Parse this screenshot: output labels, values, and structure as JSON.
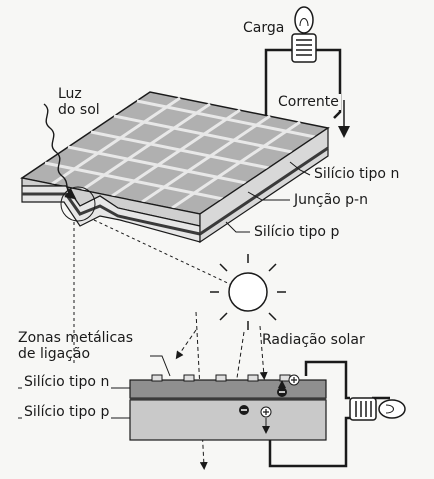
{
  "labels": {
    "load": "Carga",
    "sunlight_line1": "Luz",
    "sunlight_line2": "do sol",
    "current": "Corrente",
    "n_type_top": "Silício tipo n",
    "junction": "Junção p-n",
    "p_type_top": "Silício tipo p",
    "contact_zones_line1": "Zonas metálicas",
    "contact_zones_line2": "de ligação",
    "solar_radiation": "Radiação solar",
    "n_type_bottom": "Silício tipo n",
    "p_type_bottom": "Silício tipo p"
  },
  "icons": [
    "sun-icon",
    "bulb-icon",
    "electron-minus-icon",
    "hole-plus-icon",
    "current-arrow-icon"
  ],
  "colors": {
    "ink": "#1a1a1a",
    "panel_top": "#9a9a9a",
    "cell": "#8a8a8a",
    "cell_gap": "#e8e8e8",
    "n_layer": "#8f8f8f",
    "p_layer": "#c9c9c9",
    "junction": "#3a3a3a"
  }
}
